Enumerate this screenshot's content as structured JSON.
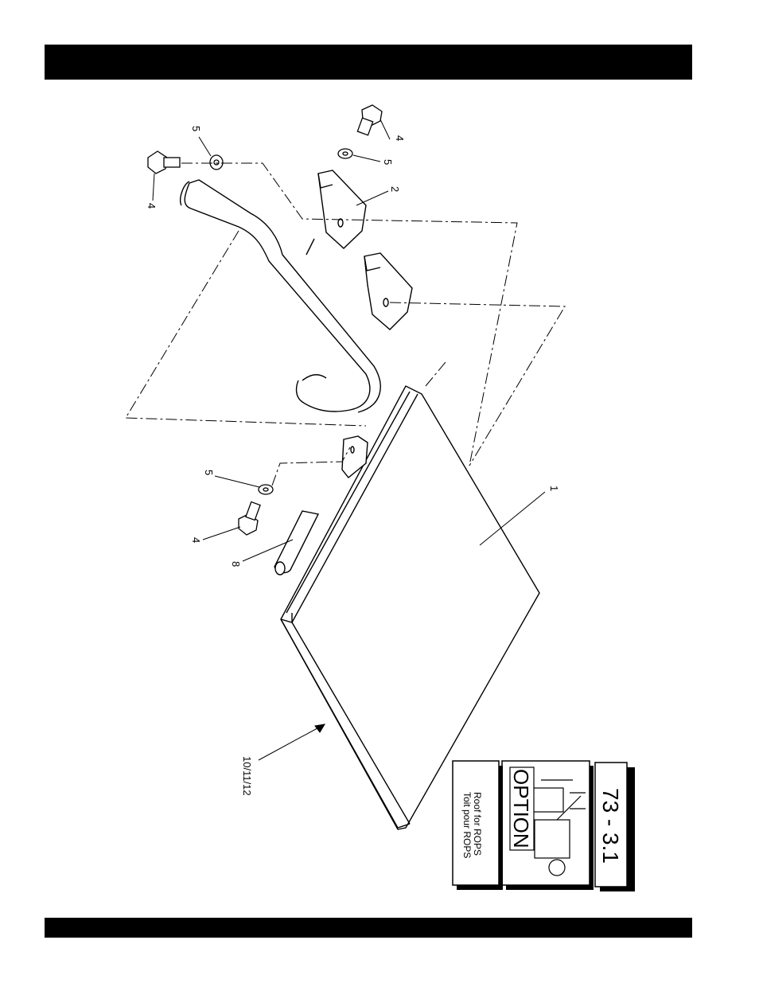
{
  "callouts": {
    "roof_panel": "1",
    "bracket": "2",
    "bolt_top_right": "4",
    "washer_top_right": "5",
    "washer_top_left": "5",
    "bolt_top_left": "4",
    "washer_bottom": "5",
    "bolt_bottom": "4",
    "spacer_tube": "8"
  },
  "assembly_callout": "10/11/12",
  "title_block": {
    "page_number": "73 - 3.1",
    "badge": "OPTION",
    "description_en": "Roof for ROPS",
    "description_fr": "Toit pour ROPS"
  }
}
